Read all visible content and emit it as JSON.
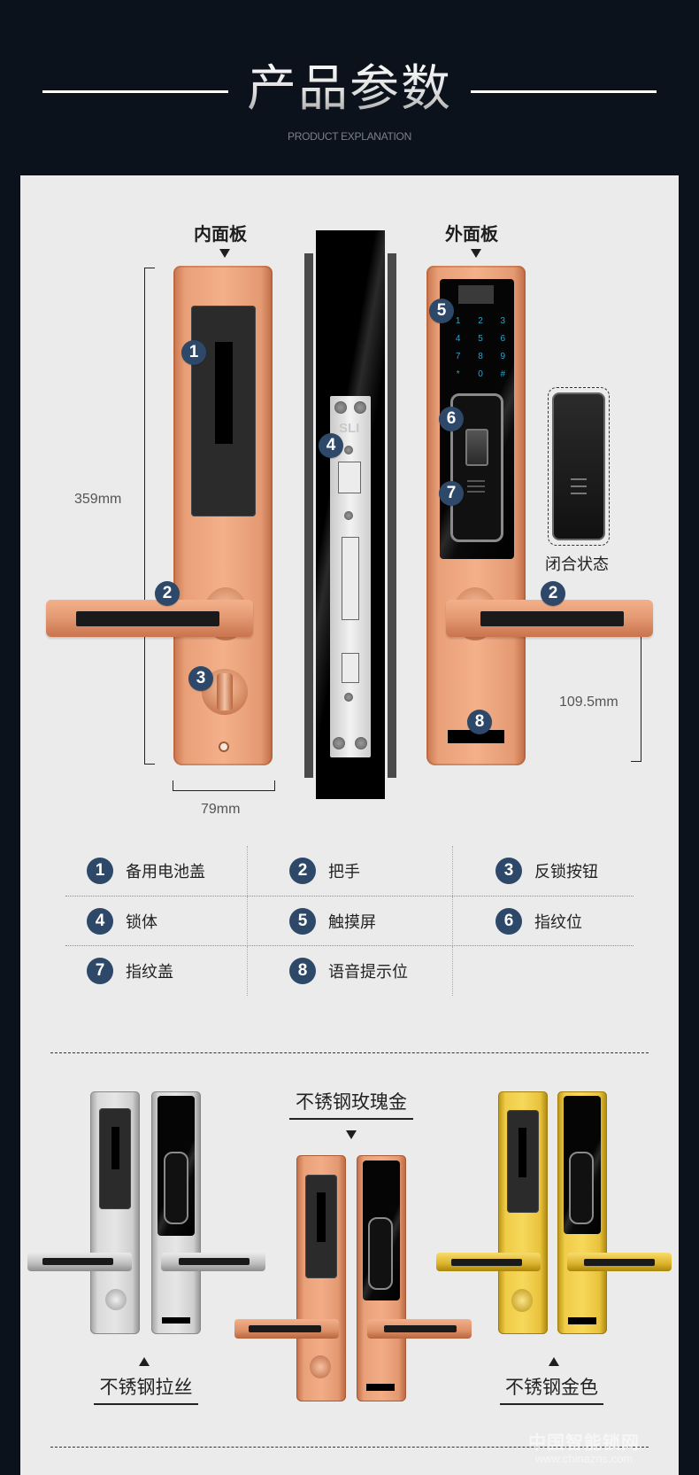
{
  "header": {
    "title": "产品参数",
    "subtitle": "PRODUCT EXPLANATION"
  },
  "diagram": {
    "inner_panel_label": "内面板",
    "outer_panel_label": "外面板",
    "closed_state_label": "闭合状态",
    "lock_body_brand": "SLI",
    "dimensions": {
      "height": "359mm",
      "width": "79mm",
      "handle_height": "109.5mm"
    },
    "keypad_keys": [
      "1",
      "2",
      "3",
      "4",
      "5",
      "6",
      "7",
      "8",
      "9",
      "*",
      "0",
      "#"
    ],
    "callouts": [
      "1",
      "2",
      "3",
      "4",
      "5",
      "6",
      "7",
      "8"
    ]
  },
  "legend": {
    "rows": [
      [
        {
          "num": "1",
          "label": "备用电池盖"
        },
        {
          "num": "2",
          "label": "把手"
        },
        {
          "num": "3",
          "label": "反锁按钮"
        }
      ],
      [
        {
          "num": "4",
          "label": "锁体"
        },
        {
          "num": "5",
          "label": "触摸屏"
        },
        {
          "num": "6",
          "label": "指纹位"
        }
      ],
      [
        {
          "num": "7",
          "label": "指纹盖"
        },
        {
          "num": "8",
          "label": "语音提示位"
        }
      ]
    ]
  },
  "variants": [
    {
      "name": "不锈钢拉丝",
      "finish": "silver"
    },
    {
      "name": "不锈钢玫瑰金",
      "finish": "rose-gold"
    },
    {
      "name": "不锈钢金色",
      "finish": "gold"
    }
  ],
  "watermark": {
    "line1": "中国智能锁网",
    "line2": "www.chinazns.com"
  },
  "colors": {
    "background": "#0c121c",
    "panel": "#ebebeb",
    "badge": "#2d4868",
    "rose_gold": "#e9a078",
    "gold": "#f0cc48",
    "silver": "#d9d9d9",
    "keypad_digit": "#2aa6c9"
  }
}
